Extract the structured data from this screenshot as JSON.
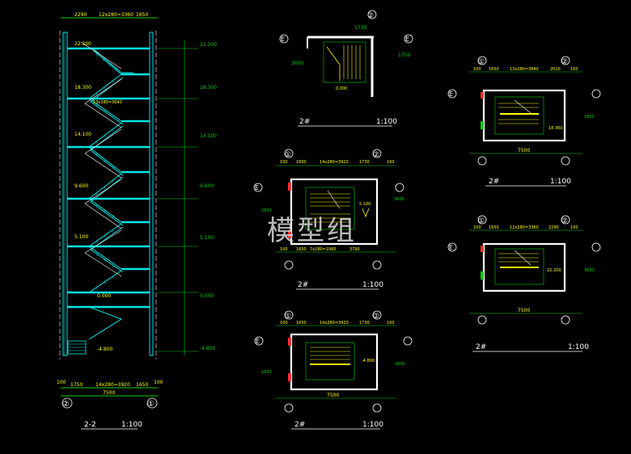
{
  "watermark": "模型组",
  "section": {
    "title": "2-2",
    "scale": "1:100",
    "top_dims": [
      "2290",
      "12x280=3360",
      "1650"
    ],
    "bottom_dims": [
      "100",
      "1750",
      "14x280=3920",
      "1650",
      "100"
    ],
    "total": "7500",
    "axis_left": "②",
    "axis_right": "①",
    "elevations_left": [
      "22.200",
      "18.300",
      "14.100",
      "9.600",
      "5.100",
      "0.000",
      "-4.800"
    ],
    "elevations_right": [
      "22.200",
      "18.300",
      "14.100",
      "9.600",
      "5.100",
      "0.000",
      "-4.800"
    ],
    "flight_label": "13x280=3640"
  },
  "plans": [
    {
      "id": "plan-top",
      "title": "2#",
      "scale": "1:100",
      "dims": [
        "1730"
      ],
      "axis_top": "②",
      "axis_left": "E",
      "axis_right": "E",
      "side_dims": [
        "3600",
        "1750"
      ],
      "elev": "0.000"
    },
    {
      "id": "plan-mid",
      "title": "2#",
      "scale": "1:100",
      "top_dims": [
        "100",
        "1650",
        "14x280=3920",
        "1730",
        "100"
      ],
      "bottom_dims": [
        "100",
        "1650",
        "7x280=1960",
        "3790"
      ],
      "axis_left": "①",
      "axis_right": "②",
      "axis_side": "E",
      "side_dims": [
        "2800",
        "3600"
      ],
      "elev": "5.100"
    },
    {
      "id": "plan-bottom",
      "title": "2#",
      "scale": "1:100",
      "top_dims": [
        "100",
        "1650",
        "14x280=3920",
        "1730",
        "100"
      ],
      "total": "7500",
      "axis_left": "①",
      "axis_right": "②",
      "axis_side": "E",
      "side_dims": [
        "1650",
        "3800"
      ],
      "elev": "-4.800"
    },
    {
      "id": "plan-right-top",
      "title": "2#",
      "scale": "1:100",
      "top_dims": [
        "100",
        "1650",
        "13x280=3640",
        "2010",
        "100"
      ],
      "total": "7500",
      "axis_left": "①",
      "axis_right": "②",
      "axis_side": "E",
      "side_dims": [
        "3900"
      ],
      "elev": "18.300"
    },
    {
      "id": "plan-right-bottom",
      "title": "2#",
      "scale": "1:100",
      "top_dims": [
        "100",
        "1650",
        "12x280=3360",
        "2290",
        "100"
      ],
      "total": "7500",
      "axis_left": "①",
      "axis_right": "②",
      "axis_side": "E",
      "side_dims": [
        "3600"
      ],
      "elev": "22.200"
    }
  ],
  "colors": {
    "background": "#000000",
    "walls": "#ffffff",
    "stairs": "#00e5e5",
    "dims": "#00d000",
    "text": "#ffff00",
    "axis": "#ffffff",
    "accent": "#ff3030"
  }
}
